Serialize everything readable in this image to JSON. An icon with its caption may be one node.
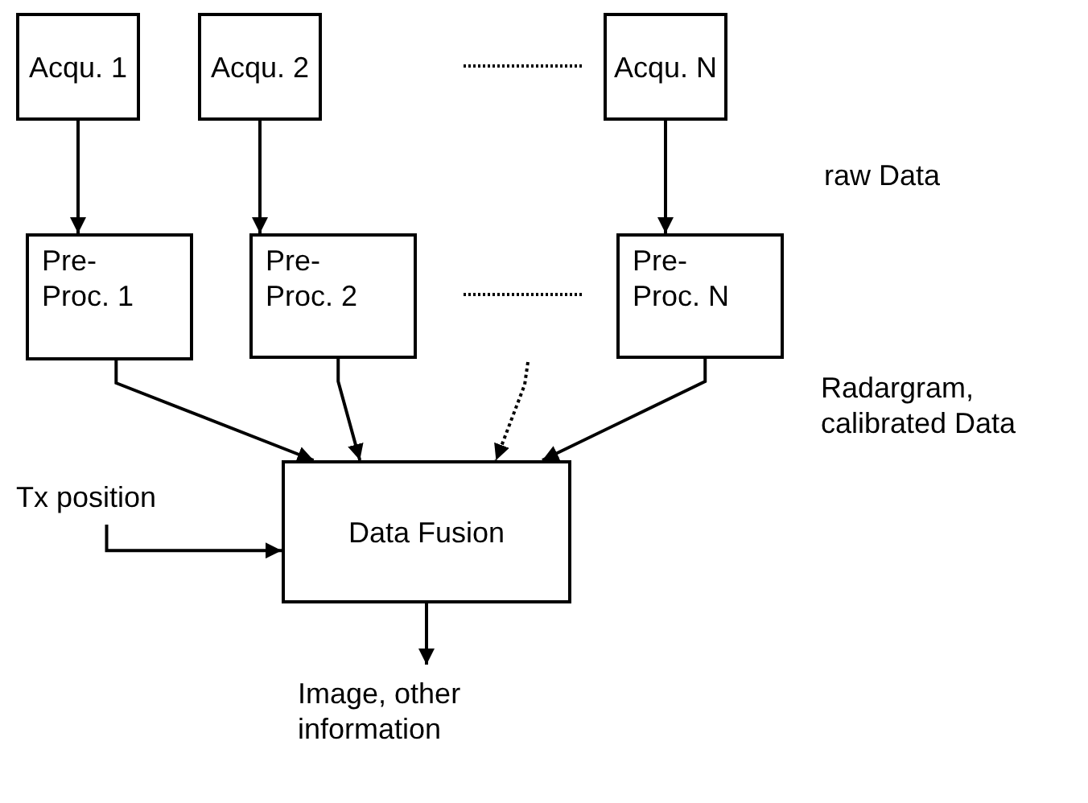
{
  "diagram": {
    "nodes": [
      {
        "text": [
          "Acqu. 1"
        ]
      },
      {
        "text": [
          "Acqu. 2"
        ]
      },
      {
        "text": [
          "Acqu. N"
        ]
      },
      {
        "text": [
          "Pre- Proc. 1"
        ]
      },
      {
        "text": [
          "Pre- Proc. 2"
        ]
      },
      {
        "text": [
          "Pre- Proc. N"
        ]
      },
      {
        "text": [
          "Data Fusion"
        ]
      },
      {
        "text": [
          "Tx position"
        ]
      },
      {
        "text": [
          "Image, other information"
        ]
      }
    ],
    "edges": [
      {
        "from": 0,
        "to": 3,
        "arrow": "to"
      },
      {
        "from": 1,
        "to": 4,
        "arrow": "to"
      },
      {
        "from": 2,
        "to": 5,
        "arrow": "to"
      },
      {
        "from": 3,
        "to": 6,
        "arrow": "to"
      },
      {
        "from": 4,
        "to": 6,
        "arrow": "to"
      },
      {
        "from": 5,
        "to": 6,
        "arrow": "to"
      },
      {
        "from": null,
        "to": 6,
        "arrow": "to",
        "style": "dashed"
      },
      {
        "from": 7,
        "to": 6,
        "arrow": "to"
      },
      {
        "from": 6,
        "to": 8,
        "arrow": "to"
      }
    ],
    "labels": [
      "raw Data",
      "Radargram, calibrated Data"
    ]
  }
}
